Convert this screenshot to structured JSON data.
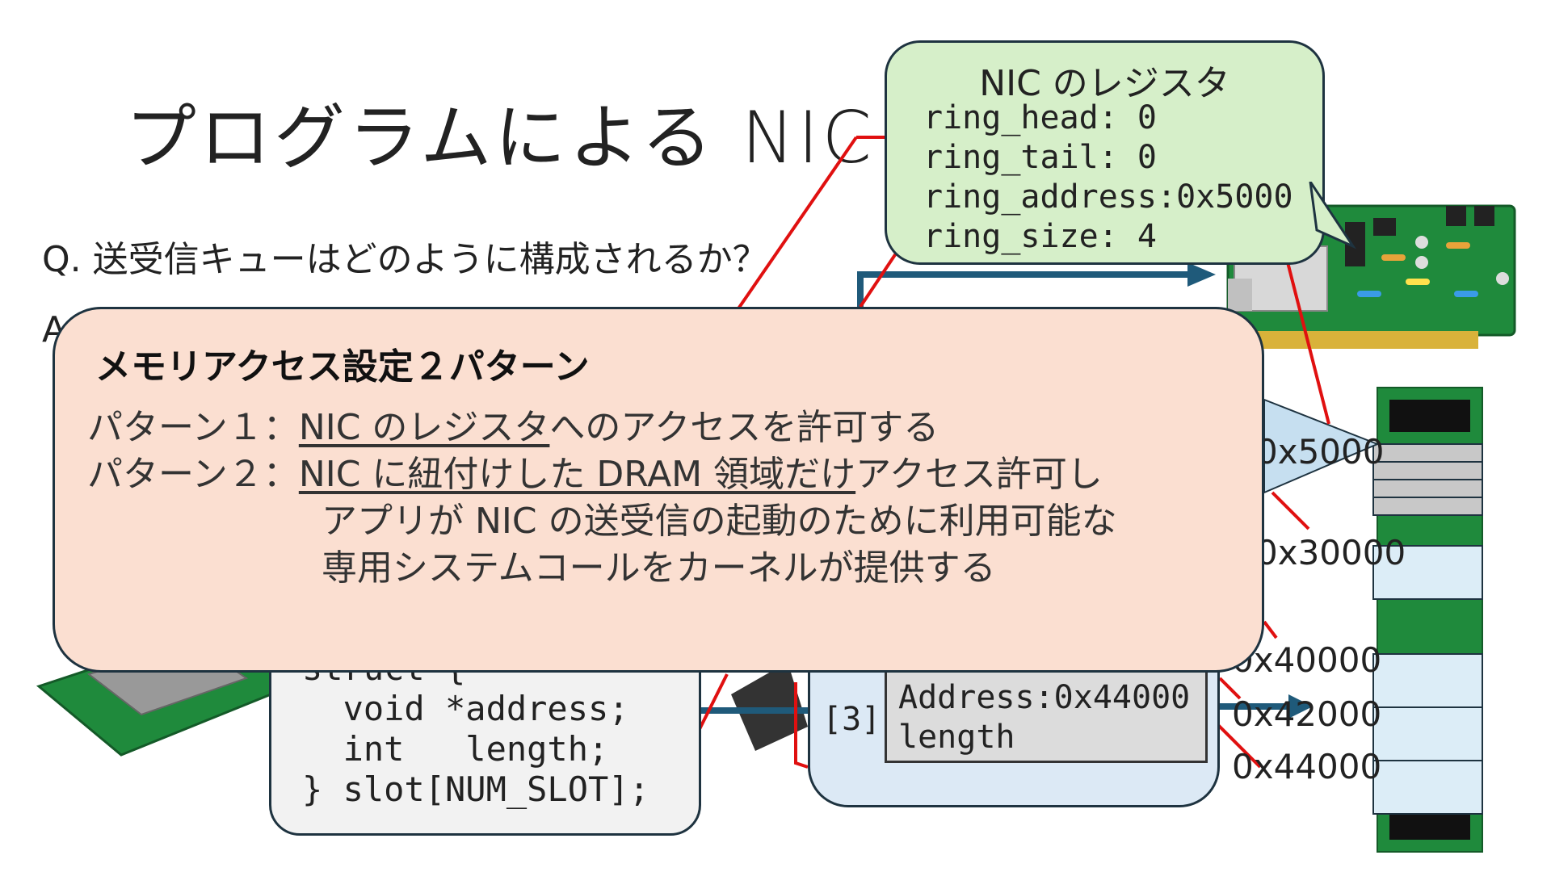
{
  "slide": {
    "title": "プログラムによる NIC の",
    "question": "Q. 送受信キューはどのように構成されるか？",
    "answer_fragment": "A"
  },
  "nic_registers": {
    "title": "NIC のレジスタ",
    "lines": [
      "ring_head: 0",
      "ring_tail: 0",
      "ring_address:0x5000",
      "ring_size: 4"
    ]
  },
  "code": {
    "lines": [
      "struct {",
      "  void *address;",
      "  int   length;",
      "} slot[NUM_SLOT];"
    ]
  },
  "slot_entry": {
    "index": "[3]",
    "lines": [
      "Address:0x44000",
      "length"
    ]
  },
  "memory_addresses": [
    "0x5000",
    "0x30000",
    "0x40000",
    "0x42000",
    "0x44000"
  ],
  "overlay": {
    "title": "メモリアクセス設定２パターン",
    "pattern1": {
      "label": "パターン１：",
      "underlined": "NIC のレジスタ",
      "rest": "へのアクセスを許可する"
    },
    "pattern2": {
      "label": "パターン２：",
      "underlined": "NIC に紐付けした DRAM 領域だけ",
      "rest": "アクセス許可し",
      "continuation": [
        "アプリが NIC の送受信の起動のために利用可能な",
        "専用システムコールをカーネルが提供する"
      ]
    }
  },
  "colors": {
    "register_bubble": "#d6efc9",
    "overlay_bg": "#fbdfd1",
    "accent_line": "#e01010",
    "arrow": "#1f5a7a"
  }
}
